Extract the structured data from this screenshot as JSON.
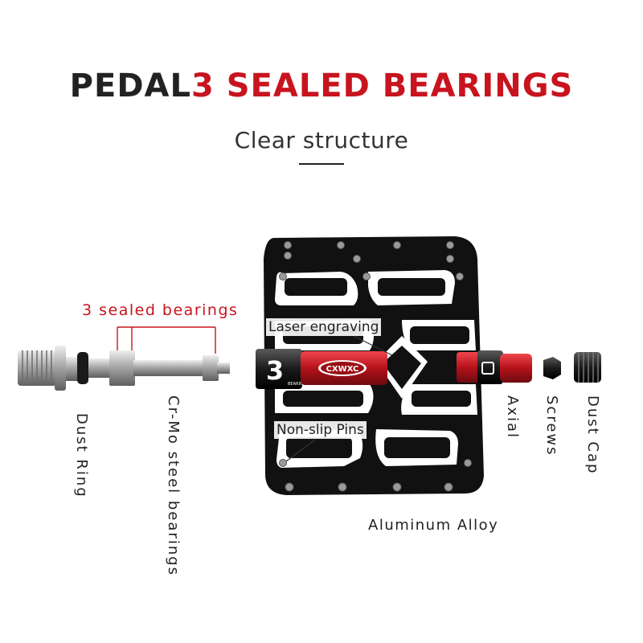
{
  "title": {
    "part1": "PEDAL",
    "part2": "3 SEALED BEARINGS"
  },
  "subtitle": "Clear structure",
  "labels": {
    "sealed_bearings": "3 sealed bearings",
    "laser_engraving": "Laser engraving",
    "non_slip_pins": "Non-slip Pins",
    "aluminum_alloy": "Aluminum Alloy",
    "dust_ring": "Dust Ring",
    "cr_mo": "Cr-Mo steel bearings",
    "axial": "Axial",
    "screws": "Screws",
    "dust_cap": "Dust Cap"
  },
  "pedal_marks": {
    "logo_number": "3",
    "logo_word": "BEARINGS",
    "brand": "CXWXC"
  },
  "colors": {
    "title_dark": "#222222",
    "accent_red": "#c8141e",
    "pedal_body": "#111111",
    "axle_red": "#b5121b",
    "steel": "#b8b8b8"
  }
}
